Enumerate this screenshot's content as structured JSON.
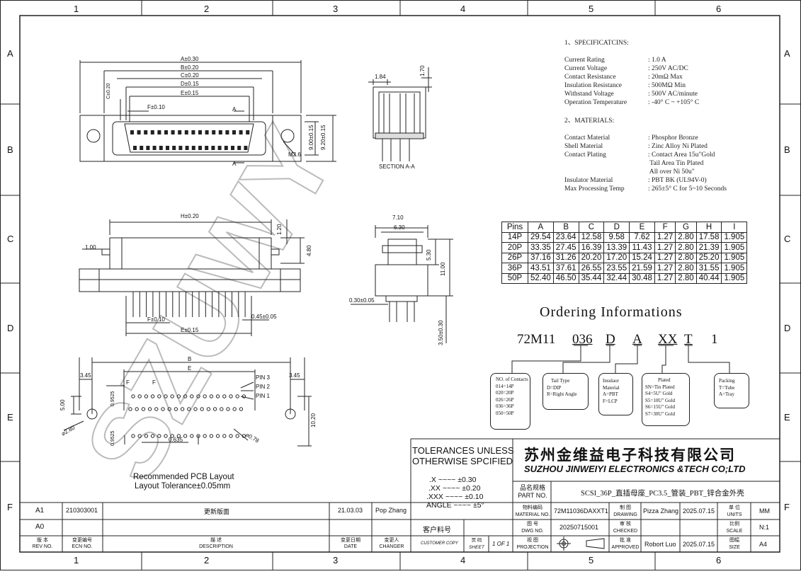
{
  "border": {
    "columns": [
      "1",
      "2",
      "3",
      "4",
      "5",
      "6"
    ],
    "rows": [
      "A",
      "B",
      "C",
      "D",
      "E",
      "F"
    ]
  },
  "top_view": {
    "dims": [
      "A±0.30",
      "B±0.20",
      "C±0.20",
      "D±0.15",
      "E±0.15",
      "F±0.10",
      "C±0.20",
      "9.00±0.15",
      "9.20±0.15",
      "M2.6"
    ],
    "section_mark": "A"
  },
  "section_view": {
    "dims": [
      "1.84",
      "1.70"
    ],
    "label": "SECTION A-A"
  },
  "front_view": {
    "dims": [
      "H±0.20",
      "1.20",
      "1.00",
      "4.80",
      "F±0.10",
      "E±0.15",
      "0.45±0.05"
    ]
  },
  "side_view": {
    "dims": [
      "7.10",
      "6.30",
      "5.30",
      "11.00",
      "0.30±0.05",
      "3.50±0.30"
    ]
  },
  "pcb_view": {
    "dims": [
      "3.45",
      "3.45",
      "B",
      "E",
      "F",
      "F",
      "5.00",
      "0.9525",
      "0.9525",
      "0.635",
      "10.20",
      "⌀2.80",
      "⌀0.78"
    ],
    "pin_labels": [
      "PIN 3",
      "PIN 2",
      "PIN 1"
    ],
    "caption_line1": "Recommended PCB Layout",
    "caption_line2": "Layout Tolerance±0.05mm"
  },
  "watermark": "SZUWY",
  "specs": {
    "heading": "1、SPECIFICATCINS:",
    "rows": [
      {
        "k": "Current  Rating",
        "v": ": 1.0 A"
      },
      {
        "k": "Current  Voltage",
        "v": ": 250V AC/DC"
      },
      {
        "k": "Contact   Resistance",
        "v": ": 20mΩ  Max"
      },
      {
        "k": "Insulation Resistance",
        "v": ": 500MΩ Min"
      },
      {
        "k": "Withstand   Voltage",
        "v": ": 500V AC/minute"
      },
      {
        "k": "Operation  Temperature",
        "v": ": -40° C ~ +105° C"
      }
    ],
    "mat_heading": "2、MATERIALS:",
    "materials": [
      {
        "k": "Contact  Material",
        "v": ":  Phosphor Bronze"
      },
      {
        "k": "Shell    Material",
        "v": ":  Zinc  Alloy  Ni Plated"
      },
      {
        "k": "Contact  Plating",
        "v": ":  Contact Area 15u\"Gold"
      },
      {
        "k": "",
        "v": "   Tail  Area Tin  Plated"
      },
      {
        "k": "",
        "v": "   All  over  Ni  50u\""
      },
      {
        "k": "Insulator Material",
        "v": ":  PBT  BK (UL94V-0)"
      },
      {
        "k": "Max Processing Temp",
        "v": ":  265±5° C for 5~10 Seconds"
      }
    ]
  },
  "pin_table": {
    "headers": [
      "Pins",
      "A",
      "B",
      "C",
      "D",
      "E",
      "F",
      "G",
      "H",
      "I"
    ],
    "rows": [
      [
        "14P",
        "29.54",
        "23.64",
        "12.58",
        "9.58",
        "7.62",
        "1.27",
        "2.80",
        "17.58",
        "1.905"
      ],
      [
        "20P",
        "33.35",
        "27.45",
        "16.39",
        "13.39",
        "11.43",
        "1.27",
        "2.80",
        "21.39",
        "1.905"
      ],
      [
        "26P",
        "37.16",
        "31.26",
        "20.20",
        "17.20",
        "15.24",
        "1.27",
        "2.80",
        "25.20",
        "1.905"
      ],
      [
        "36P",
        "43.51",
        "37.61",
        "26.55",
        "23.55",
        "21.59",
        "1.27",
        "2.80",
        "31.55",
        "1.905"
      ],
      [
        "50P",
        "52.40",
        "46.50",
        "35.44",
        "32.44",
        "30.48",
        "1.27",
        "2.80",
        "40.44",
        "1.905"
      ]
    ]
  },
  "ordering": {
    "title": "Ordering Informations",
    "code_parts": [
      "72M11",
      "036",
      "D",
      "A",
      "XX",
      "T",
      "1"
    ],
    "boxes": [
      {
        "title": "NO. of Contacts",
        "lines": [
          "014=14P",
          "020=20P",
          "026=26P",
          "036=36P",
          "050=50P"
        ]
      },
      {
        "title": "Tail Type",
        "lines": [
          "D=DIP",
          "R=Right Angle"
        ]
      },
      {
        "title": "Insulaor Material",
        "lines": [
          "A=PBT",
          "F=LCP"
        ]
      },
      {
        "title": "Plated",
        "lines": [
          "SN=Tin Plated",
          "S4=5U\" Gold",
          "S5=10U\" Gold",
          "S6=15U\" Gold",
          "S7=30U\" Gold"
        ]
      },
      {
        "title": "Packing",
        "lines": [
          "T=Tube",
          "A=Tray"
        ]
      }
    ]
  },
  "tolerances": {
    "title1": "TOLERANCES  UNLESS",
    "title2": "OTHERWISE  SPCIFIED",
    "rows": [
      ".X  ~~~~  ±0.30",
      ".XX  ~~~~  ±0.20",
      ".XXX  ~~~~  ±0.10",
      "ANGLE  ~~~~  ±5°"
    ]
  },
  "company": {
    "cn": "苏州金维益电子科技有限公司",
    "en": "SUZHOU JINWEIYI ELECTRONICS &TECH CO;LTD"
  },
  "title_block": {
    "part_name_label": "品名规格",
    "part_name_label_en": "PART NO.",
    "part_name": "SCSI_36P_直插母座_PC3.5_管装_PBT_锌合金外壳",
    "material_no_label": "物料编码",
    "material_no_label_en": "MATERIAL NO.",
    "material_no": "72M11036DAXXT1",
    "drawing_label": "制 图",
    "drawing_label_en": "DRAWING",
    "drawing_by": "Pizza Zhang",
    "drawing_date": "2025.07.15",
    "units_label": "单 位",
    "units_label_en": "UNITS",
    "units": "MM",
    "dwg_label": "图 号",
    "dwg_label_en": "DWG NO.",
    "dwg_no": "20250715001",
    "checked_label": "审 核",
    "checked_label_en": "CHECKED",
    "scale_label": "比例",
    "scale_label_en": "SCALE",
    "scale": "N:1",
    "projection_label": "视 图",
    "projection_label_en": "PROJECTION",
    "approved_label": "批 准",
    "approved_label_en": "APPROVED",
    "approved_by": "Robort Luo",
    "approved_date": "2025.07.15",
    "size_label": "图幅",
    "size_label_en": "SIZE",
    "size": "A4",
    "customer_label": "客户料号",
    "customer_copy": "CUSTOMER  COPY",
    "sheet_label": "页 码",
    "sheet_label_en": "SHEET",
    "sheet": "1 OF 1"
  },
  "revision": {
    "rows": [
      {
        "rev": "A1",
        "ecn": "210303001",
        "desc": "更新版面",
        "date": "21.03.03",
        "changer": "Pop Zhang"
      },
      {
        "rev": "A0",
        "ecn": "",
        "desc": "",
        "date": "",
        "changer": ""
      }
    ],
    "hdr_rev_cn": "版 本",
    "hdr_rev": "REV  NO.",
    "hdr_ecn_cn": "变更编号",
    "hdr_ecn": "ECN    NO.",
    "hdr_desc_cn": "描 述",
    "hdr_desc": "DESCRIPTION",
    "hdr_date_cn": "变更日期",
    "hdr_date": "DATE",
    "hdr_changer_cn": "变更人",
    "hdr_changer": "CHANGER"
  }
}
